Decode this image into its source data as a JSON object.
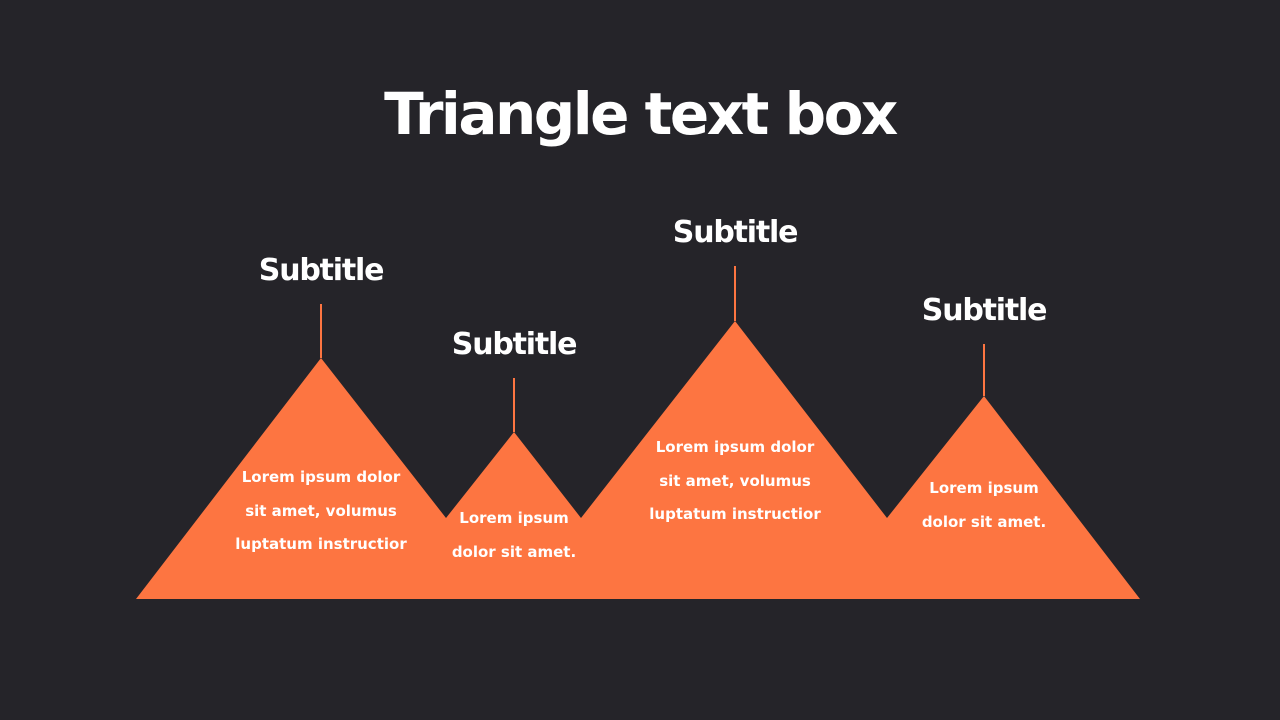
{
  "title": "Triangle text box",
  "colors": {
    "background": "#252429",
    "accent": "#FD7541",
    "text": "#FFFFFF"
  },
  "peaks": [
    {
      "subtitle": "Subtitle",
      "body_lines": [
        "Lorem ipsum dolor",
        "sit amet, volumus",
        "luptatum instructior"
      ]
    },
    {
      "subtitle": "Subtitle",
      "body_lines": [
        "Lorem ipsum",
        "dolor sit amet."
      ]
    },
    {
      "subtitle": "Subtitle",
      "body_lines": [
        "Lorem ipsum dolor",
        "sit amet, volumus",
        "luptatum instructior"
      ]
    },
    {
      "subtitle": "Subtitle",
      "body_lines": [
        "Lorem ipsum",
        "dolor sit amet."
      ]
    }
  ]
}
